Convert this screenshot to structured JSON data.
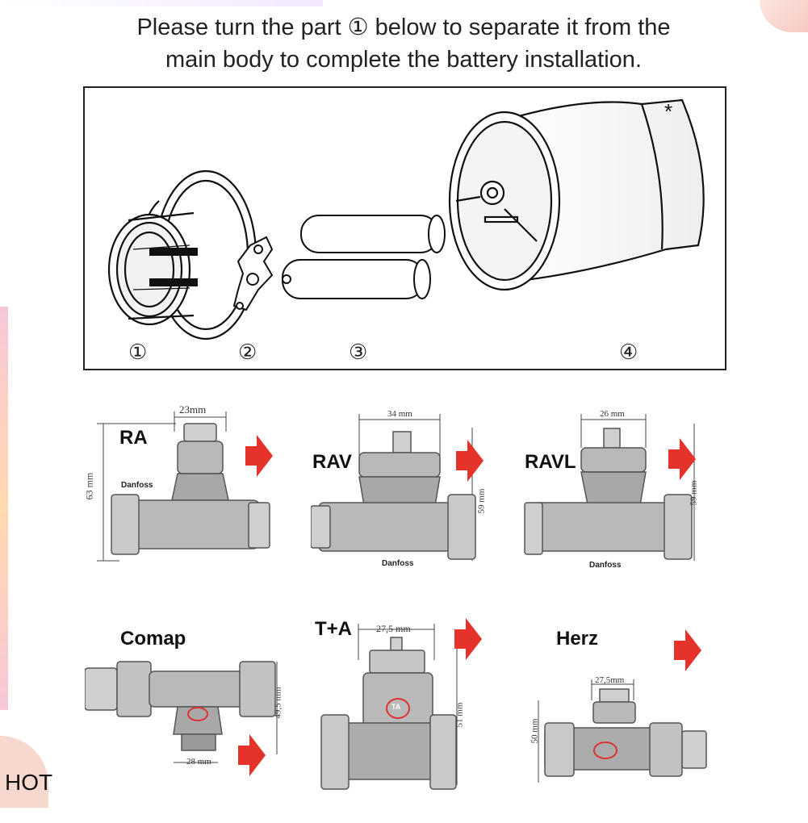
{
  "instruction": {
    "line1": "Please turn the part ① below to separate it from the",
    "line2": "main body to complete the battery installation."
  },
  "parts": {
    "p1": "①",
    "p2": "②",
    "p3": "③",
    "p4": "④"
  },
  "valves": {
    "ra": {
      "label": "RA",
      "dim_top": "23mm",
      "dim_side": "63 mm",
      "brand": "Danfoss"
    },
    "rav": {
      "label": "RAV",
      "dim_top": "34 mm",
      "dim_side": "59 mm",
      "brand": "Danfoss"
    },
    "ravl": {
      "label": "RAVL",
      "dim_top": "26 mm",
      "dim_side": "59 mm",
      "brand": "Danfoss"
    },
    "comap": {
      "label": "Comap",
      "dim_side": "49,5 mm",
      "dim_bottom": "28 mm"
    },
    "ta": {
      "label": "T+A",
      "dim_top": "27,5  mm",
      "dim_side": "51 mm",
      "logo": "TA"
    },
    "herz": {
      "label": "Herz",
      "dim_top": "27,5mm",
      "dim_side": "50 mm"
    }
  },
  "badge": {
    "text": "HOT"
  },
  "colors": {
    "arrow": "#e5322b",
    "metal": "#b9b9b9",
    "metal_dark": "#7d7d7d"
  }
}
